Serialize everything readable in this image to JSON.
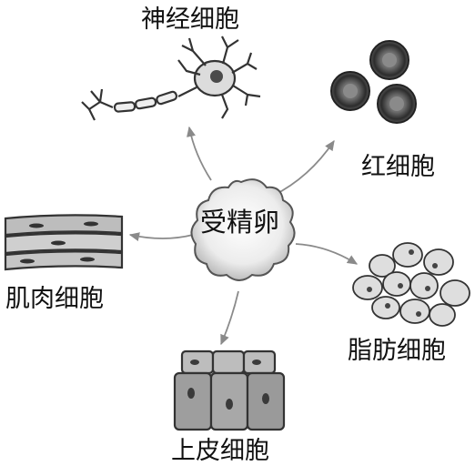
{
  "center": {
    "label": "受精卵"
  },
  "cells": {
    "neuron": {
      "label": "神经细胞"
    },
    "red_blood": {
      "label": "红细胞"
    },
    "muscle": {
      "label": "肌肉细胞"
    },
    "fat": {
      "label": "脂肪细胞"
    },
    "epithelial": {
      "label": "上皮细胞"
    }
  },
  "colors": {
    "outline": "#333333",
    "cell_fill": "#d9d9d9",
    "nucleus": "#4a4a4a",
    "arrow": "#8a8a8a"
  }
}
